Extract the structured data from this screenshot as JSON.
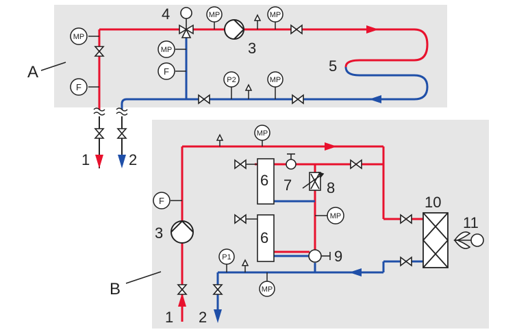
{
  "colors": {
    "supply": "#e8112d",
    "return": "#1f4fa8",
    "panel": "#e6e6e6",
    "line": "#2a2a2a"
  },
  "sections": {
    "a": {
      "label": "A"
    },
    "b": {
      "label": "B"
    }
  },
  "numbers": {
    "n1": "1",
    "n2": "2",
    "n3": "3",
    "n4": "4",
    "n5": "5",
    "n6": "6",
    "n7": "7",
    "n8": "8",
    "n9": "9",
    "n10": "10",
    "n11": "11"
  },
  "gauges": {
    "mp": "MP",
    "p1": "P1",
    "p2": "P2",
    "f": "F"
  }
}
